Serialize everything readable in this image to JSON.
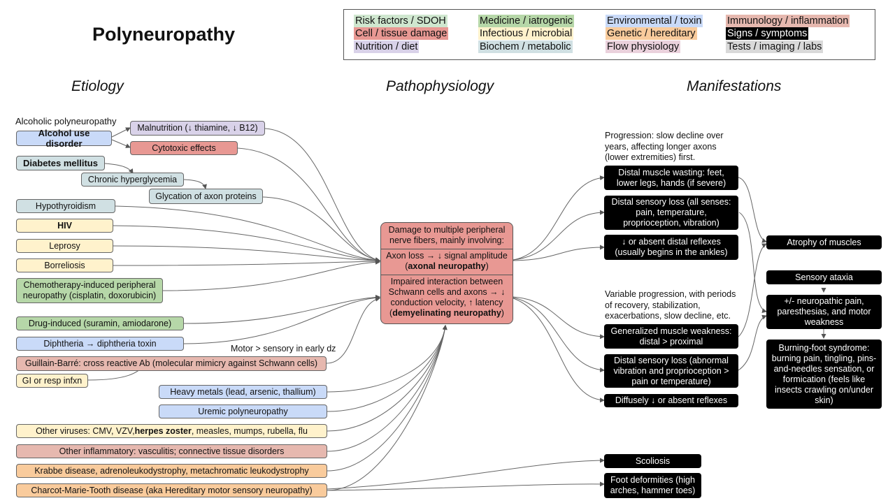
{
  "title": "Polyneuropathy",
  "sections": {
    "etiology": "Etiology",
    "pathophysiology": "Pathophysiology",
    "manifestations": "Manifestations"
  },
  "legend": [
    "Risk factors / SDOH",
    "Medicine / iatrogenic",
    "Environmental / toxin",
    "Immunology / inflammation",
    "Cell / tissue damage",
    "Infectious / microbial",
    "Genetic / hereditary",
    "Signs / symptoms",
    "Nutrition / diet",
    "Biochem / metabolic",
    "Flow physiology",
    "Tests / imaging / labs"
  ],
  "etiology": {
    "alcoholic_label": "Alcoholic polyneuropathy",
    "alcohol": "Alcohol use disorder",
    "malnutrition": "Malnutrition (↓ thiamine, ↓ B12)",
    "cytotoxic": "Cytotoxic effects",
    "diabetes": "Diabetes mellitus",
    "hyperglycemia": "Chronic hyperglycemia",
    "glycation": "Glycation of axon proteins",
    "hypothyroidism": "Hypothyroidism",
    "hiv": "HIV",
    "leprosy": "Leprosy",
    "borreliosis": "Borreliosis",
    "chemo": "Chemotherapy-induced peripheral neuropathy (cisplatin, doxorubicin)",
    "drug": "Drug-induced (suramin, amiodarone)",
    "diphtheria": "Diphtheria → diphtheria toxin",
    "motor_note": "Motor > sensory in early dz",
    "gbs": "Guillain-Barré: cross reactive Ab (molecular mimicry against Schwann cells)",
    "gi": "GI or resp infxn",
    "metals": "Heavy metals (lead, arsenic, thallium)",
    "uremic": "Uremic polyneuropathy",
    "viruses_pre": "Other viruses: CMV, VZV, ",
    "viruses_bold": "herpes zoster",
    "viruses_post": ", measles, mumps, rubella, flu",
    "inflammatory": "Other inflammatory: vasculitis; connective tissue disorders",
    "krabbe": "Krabbe disease, adrenoleukodystrophy, metachromatic leukodystrophy",
    "cmt": "Charcot-Marie-Tooth disease (aka Hereditary motor sensory neuropathy)"
  },
  "patho": {
    "damage": "Damage to multiple peripheral nerve fibers, mainly involving:",
    "axon_pre": "Axon loss → ↓ signal amplitude (",
    "axon_bold": "axonal neuropathy",
    "axon_post": ")",
    "demyel_pre": "Impaired interaction between Schwann cells and axons → ↓ conduction velocity, ↑ latency (",
    "demyel_bold": "demyelinating neuropathy",
    "demyel_post": ")"
  },
  "manifestations": {
    "axonal_note": "Progression: slow decline over years, affecting longer axons (lower extremities) first.",
    "wasting": "Distal muscle wasting: feet, lower legs, hands (if severe)",
    "sensory": "Distal sensory loss (all senses: pain, temperature, proprioception, vibration)",
    "reflexes": "↓ or absent distal reflexes (usually begins in the ankles)",
    "demyel_note": "Variable progression, with periods of recovery, stabilization, exacerbations, slow decline, etc.",
    "weakness": "Generalized muscle weakness: distal > proximal",
    "sensory2": "Distal sensory loss (abnormal vibration and proprioception > pain or temperature)",
    "diffuse": "Diffusely ↓ or absent reflexes",
    "atrophy": "Atrophy of muscles",
    "ataxia": "Sensory ataxia",
    "pain": "+/- neuropathic pain, paresthesias, and motor weakness",
    "burning": "Burning-foot syndrome: burning pain, tingling, pins-and-needles sensation, or formication (feels like insects crawling on/under skin)",
    "scoliosis": "Scoliosis",
    "foot": "Foot deformities (high arches, hammer toes)"
  },
  "colors": {
    "sdoh": "#cfe7cf",
    "medicine": "#b6d7a8",
    "environmental": "#c9daf8",
    "immunology": "#e6b8af",
    "cell": "#e89893",
    "infectious": "#fff2cc",
    "genetic": "#f9cb9c",
    "signs": "#000000",
    "nutrition": "#d9d2e9",
    "biochem": "#d0e0e3",
    "flow": "#ead1dc",
    "tests": "#d9d9d9"
  }
}
